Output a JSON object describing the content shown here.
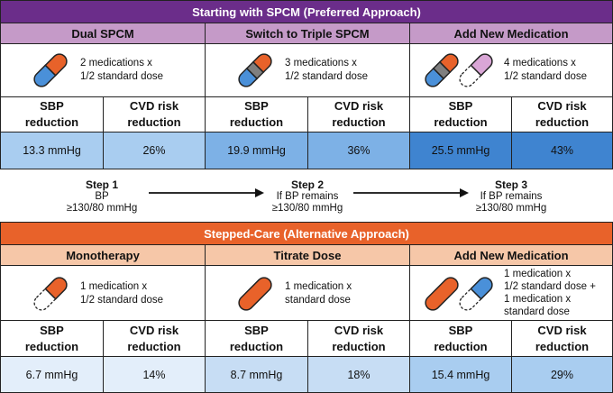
{
  "preferred": {
    "banner": "Starting with SPCM (Preferred Approach)",
    "headers": [
      "Dual SPCM",
      "Switch to Triple SPCM",
      "Add New Medication"
    ],
    "descriptions": [
      [
        "2 medications x",
        "1/2 standard dose"
      ],
      [
        "3 medications x",
        "1/2 standard dose"
      ],
      [
        "4 medications x",
        "1/2 standard dose"
      ]
    ],
    "metric_labels": {
      "sbp": [
        "SBP",
        "reduction"
      ],
      "cvd": [
        "CVD risk",
        "reduction"
      ]
    },
    "values": [
      {
        "sbp": "13.3 mmHg",
        "cvd": "26%"
      },
      {
        "sbp": "19.9 mmHg",
        "cvd": "36%"
      },
      {
        "sbp": "25.5 mmHg",
        "cvd": "43%"
      }
    ]
  },
  "steps": [
    {
      "title": "Step 1",
      "lines": [
        "BP",
        "≥130/80 mmHg"
      ]
    },
    {
      "title": "Step 2",
      "lines": [
        "If BP remains",
        "≥130/80 mmHg"
      ]
    },
    {
      "title": "Step 3",
      "lines": [
        "If BP remains",
        "≥130/80 mmHg"
      ]
    }
  ],
  "alternative": {
    "banner": "Stepped-Care (Alternative Approach)",
    "headers": [
      "Monotherapy",
      "Titrate Dose",
      "Add New Medication"
    ],
    "descriptions": [
      [
        "1 medication x",
        "1/2 standard dose"
      ],
      [
        "1 medication x",
        "standard dose"
      ],
      [
        "1 medication x",
        "1/2 standard dose +",
        "1 medication x",
        "standard dose"
      ]
    ],
    "metric_labels": {
      "sbp": [
        "SBP",
        "reduction"
      ],
      "cvd": [
        "CVD risk",
        "reduction"
      ]
    },
    "values": [
      {
        "sbp": "6.7 mmHg",
        "cvd": "14%"
      },
      {
        "sbp": "8.7 mmHg",
        "cvd": "18%"
      },
      {
        "sbp": "15.4 mmHg",
        "cvd": "29%"
      }
    ]
  },
  "colors": {
    "purple_banner": "#6b2d8a",
    "purple_header": "#c59ac8",
    "orange_banner": "#e8622a",
    "orange_header": "#f6c7a8",
    "pill_orange": "#e8622a",
    "pill_blue": "#4a90d9",
    "pill_gray": "#7f7f7f",
    "pill_pink": "#d9a6d6",
    "blue_1": "#a9cdf0",
    "blue_2": "#7db1e6",
    "blue_3": "#3f84d0",
    "light_1": "#e3eefa",
    "light_2": "#c7ddf4",
    "light_3": "#a9cdf0"
  }
}
